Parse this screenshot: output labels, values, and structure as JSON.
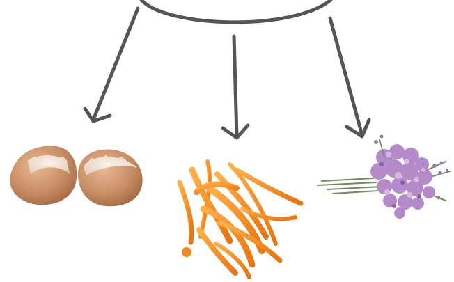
{
  "diagram": {
    "colors": {
      "background": "#ffffff",
      "stroke": "#555555"
    },
    "items": [
      {
        "id": "egg-shells",
        "icon": "egg-shell-icon"
      },
      {
        "id": "carrot-peels",
        "icon": "carrot-shavings-icon"
      },
      {
        "id": "flowers",
        "icon": "lavender-bouquet-icon"
      }
    ]
  }
}
